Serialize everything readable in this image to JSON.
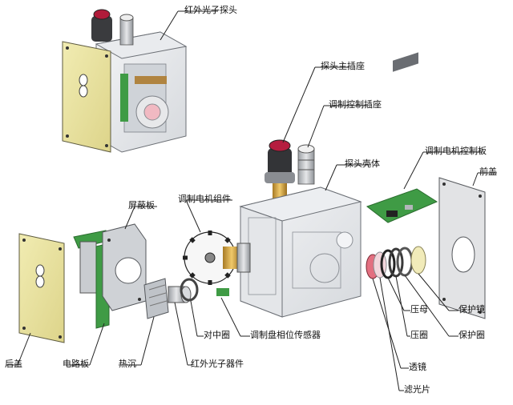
{
  "labels": {
    "ir_probe": "红外光子探头",
    "probe_main_socket": "探头主插座",
    "modulation_control_socket": "调制控制插座",
    "probe_housing": "探头壳体",
    "modulation_motor_control_board": "调制电机控制板",
    "front_cover": "前盖",
    "shield_plate": "屏蔽板",
    "modulation_motor_assembly": "调制电机组件",
    "rear_cover": "后盖",
    "circuit_board": "电路板",
    "heat_sink": "热沉",
    "ir_photon_device": "红外光子器件",
    "centering_ring": "对中圈",
    "chopper_phase_sensor": "调制盘相位传感器",
    "lens": "透镜",
    "filter": "滤光片",
    "lock_nut": "压母",
    "press_ring": "压圈",
    "protective_ring": "保护圈",
    "protective_mirror": "保护镜"
  }
}
